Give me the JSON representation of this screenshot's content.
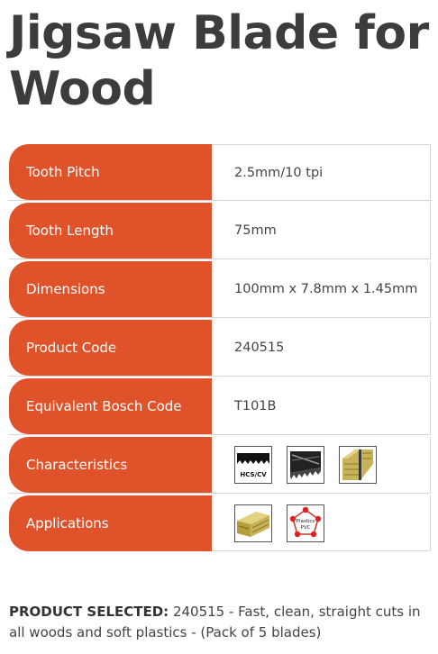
{
  "page_title": "Jigsaw Blade for Wood",
  "specs": [
    {
      "label": "Tooth Pitch",
      "value": "2.5mm/10 tpi"
    },
    {
      "label": "Tooth Length",
      "value": "75mm"
    },
    {
      "label": "Dimensions",
      "value": "100mm x 7.8mm x 1.45mm"
    },
    {
      "label": "Product Code",
      "value": "240515"
    },
    {
      "label": "Equivalent Bosch Code",
      "value": "T101B"
    },
    {
      "label": "Characteristics",
      "icons": [
        "hcs-cv-blade-icon",
        "set-teeth-blade-icon",
        "wood-clean-cut-icon"
      ],
      "icon_text": {
        "hcs": "HCS/CV"
      }
    },
    {
      "label": "Applications",
      "icons": [
        "wood-plank-icon",
        "plastics-pvc-icon"
      ],
      "icon_text": {
        "plastics": "Plastics",
        "pvc": "PVC"
      }
    }
  ],
  "footer": {
    "prefix": "PRODUCT SELECTED:",
    "text": " 240515 - Fast, clean, straight cuts in all woods and soft plastics - (Pack of 5 blades)"
  },
  "colors": {
    "accent": "#e0532a",
    "title": "#3c3c3c"
  }
}
